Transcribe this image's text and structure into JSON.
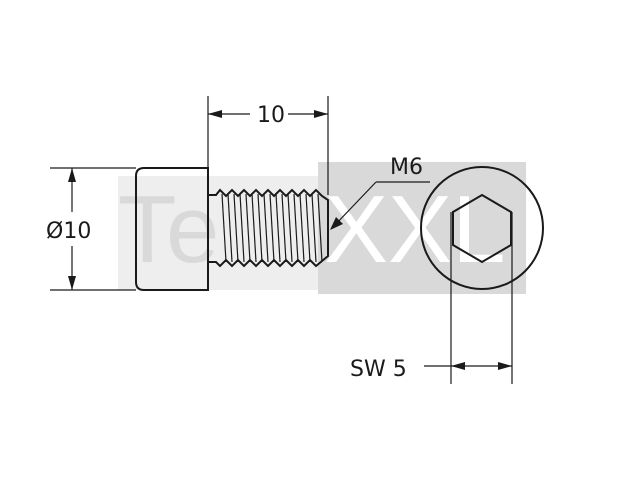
{
  "watermark": {
    "text_left": "Te",
    "text_right": "XXL",
    "color": "#d9d9d9"
  },
  "dimensions": {
    "length": "10",
    "diameter": "Ø10",
    "thread": "M6",
    "wrench_size": "SW 5"
  },
  "colors": {
    "line": "#1a1a1a",
    "background": "#ffffff"
  }
}
